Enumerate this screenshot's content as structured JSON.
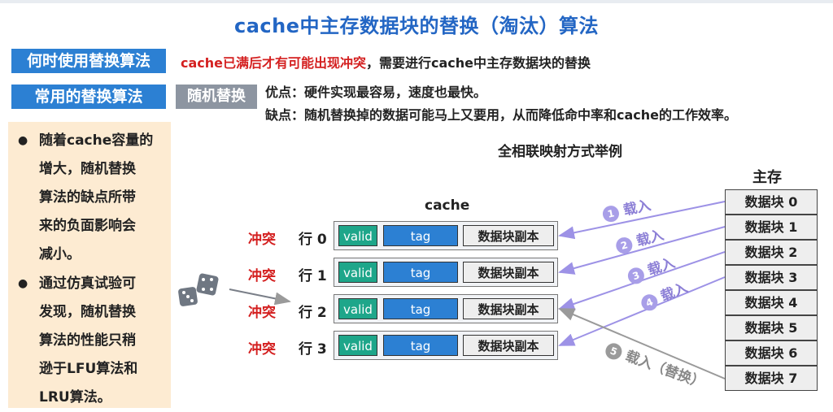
{
  "title": "cache中主存数据块的替换（淘汰）算法",
  "when_label": "何时使用替换算法",
  "when_text_red": "cache已满后才有可能出现冲突",
  "when_text_rest": "，需要进行cache中主存数据块的替换",
  "common_label": "常用的替换算法",
  "random_label": "随机替换",
  "pros": "优点：硬件实现最容易，速度也最快。",
  "cons": "缺点：随机替换掉的数据可能马上又要用，从而降低命中率和cache的工作效率。",
  "bullets": [
    {
      "lines": [
        "随着cache容量的",
        "增大，随机替换",
        "算法的缺点所带",
        "来的负面影响会",
        "减小。"
      ]
    },
    {
      "lines": [
        "通过仿真试验可",
        "发现，随机替换",
        "算法的性能只稍",
        "逊于LFU算法和",
        "LRU算法。"
      ]
    }
  ],
  "example_title": "全相联映射方式举例",
  "cache_label": "cache",
  "memory_label": "主存",
  "cache_rows": [
    {
      "conflict": "冲突",
      "label": "行 0",
      "valid": "valid",
      "tag": "tag",
      "data": "数据块副本"
    },
    {
      "conflict": "冲突",
      "label": "行 1",
      "valid": "valid",
      "tag": "tag",
      "data": "数据块副本"
    },
    {
      "conflict": "冲突",
      "label": "行 2",
      "valid": "valid",
      "tag": "tag",
      "data": "数据块副本"
    },
    {
      "conflict": "冲突",
      "label": "行 3",
      "valid": "valid",
      "tag": "tag",
      "data": "数据块副本"
    }
  ],
  "memory_blocks": [
    "数据块 0",
    "数据块 1",
    "数据块 2",
    "数据块 3",
    "数据块 4",
    "数据块 5",
    "数据块 6",
    "数据块 7"
  ],
  "loads": [
    {
      "num": "1",
      "text": "载入"
    },
    {
      "num": "2",
      "text": "载入"
    },
    {
      "num": "3",
      "text": "载入"
    },
    {
      "num": "4",
      "text": "载入"
    },
    {
      "num": "5",
      "text": "载入（替换）"
    }
  ],
  "colors": {
    "title": "#2366c4",
    "blue": "#2c80d3",
    "red": "#d42020",
    "valid": "#1ea68a",
    "arrow": "#9d92e6",
    "arrow_gray": "#9a9a9a",
    "panel": "#fdebd2"
  }
}
